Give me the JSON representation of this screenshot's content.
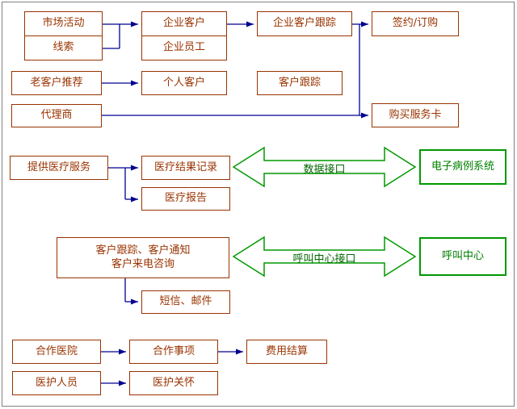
{
  "diagram": {
    "boxes": {
      "market_activity": "市场活动",
      "leads": "线索",
      "old_customer_referral": "老客户推荐",
      "agent": "代理商",
      "enterprise_customer": "企业客户",
      "enterprise_employee": "企业员工",
      "individual_customer": "个人客户",
      "enterprise_customer_tracking": "企业客户跟踪",
      "customer_tracking": "客户跟踪",
      "sign_order": "签约/订购",
      "buy_service_card": "购买服务卡",
      "provide_medical_service": "提供医疗服务",
      "medical_result_record": "医疗结果记录",
      "medical_report": "医疗报告",
      "emr_system": "电子病例系统",
      "customer_tracking_notice": "客户跟踪、客户通知",
      "customer_call_inquiry": "客户来电咨询",
      "call_center": "呼叫中心",
      "sms_email": "短信、邮件",
      "partner_hospital": "合作医院",
      "cooperation_matters": "合作事项",
      "fee_settlement": "费用结算",
      "medical_staff": "医护人员",
      "medical_care": "医护关怀"
    },
    "arrow_labels": {
      "data_interface": "数据接口",
      "call_center_interface": "呼叫中心接口"
    },
    "colors": {
      "box_border": "#993300",
      "box_text": "#993300",
      "connector_blue": "#000090",
      "interface_green": "#009900",
      "green_box_text": "#008000"
    }
  }
}
